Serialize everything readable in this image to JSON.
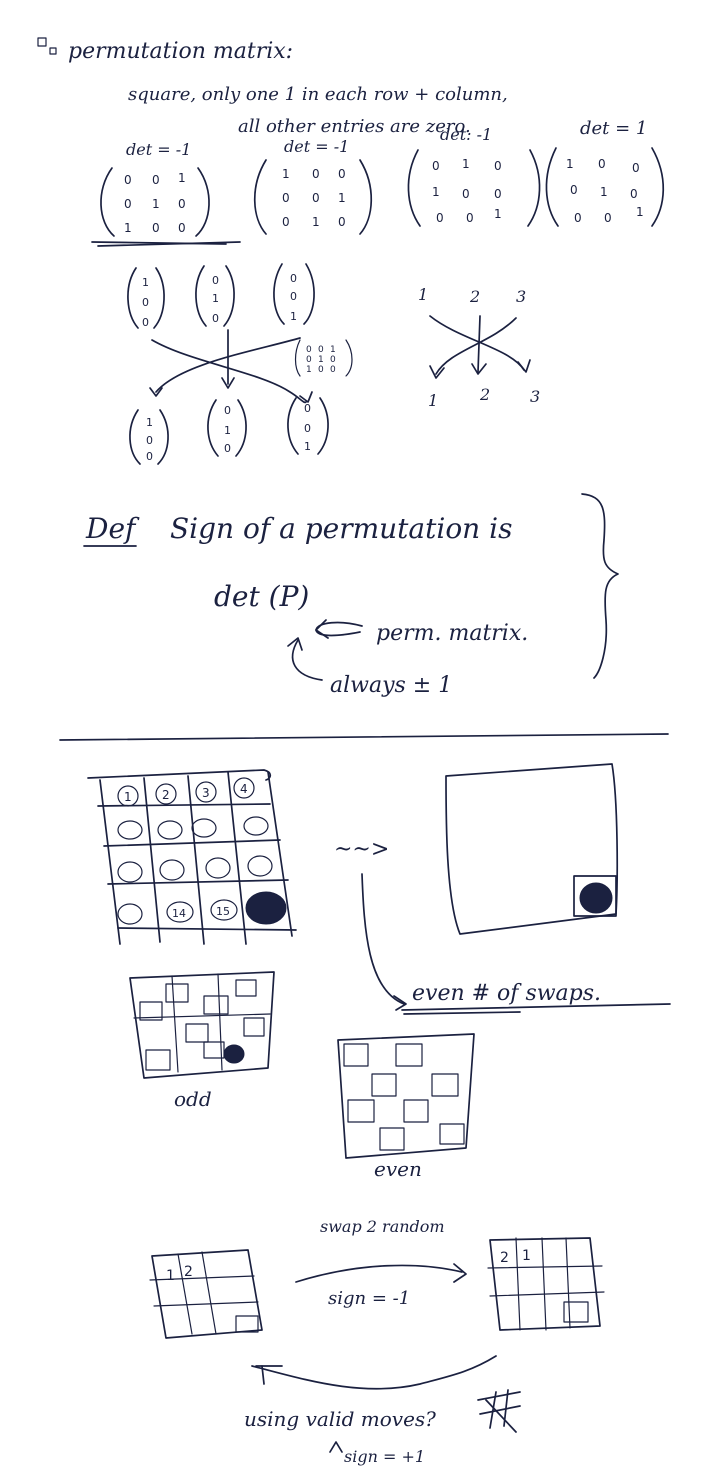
{
  "notes": {
    "heading": "permutation matrix:",
    "definition_line1": "square,  only one 1 in each row + column,",
    "definition_line2": "all other entries are zero.",
    "det_labels": [
      "det = -1",
      "det = -1",
      "det: -1",
      "det = 1"
    ],
    "matrices": [
      [
        [
          "0",
          "0",
          "1"
        ],
        [
          "0",
          "1",
          "0"
        ],
        [
          "1",
          "0",
          "0"
        ]
      ],
      [
        [
          "1",
          "0",
          "0"
        ],
        [
          "0",
          "0",
          "1"
        ],
        [
          "0",
          "1",
          "0"
        ]
      ],
      [
        [
          "0",
          "1",
          "0"
        ],
        [
          "1",
          "0",
          "0"
        ],
        [
          "0",
          "0",
          "1"
        ]
      ],
      [
        [
          "1",
          "0",
          "0"
        ],
        [
          "0",
          "1",
          "0"
        ],
        [
          "0",
          "0",
          "1"
        ]
      ]
    ],
    "column_vectors_top": [
      [
        "1",
        "0",
        "0"
      ],
      [
        "0",
        "1",
        "0"
      ],
      [
        "0",
        "0",
        "1"
      ]
    ],
    "column_vectors_bottom": [
      [
        "1",
        "0",
        "0"
      ],
      [
        "0",
        "1",
        "0"
      ],
      [
        "0",
        "0",
        "1"
      ]
    ],
    "small_matrix": [
      [
        "0",
        "0",
        "1"
      ],
      [
        "0",
        "1",
        "0"
      ],
      [
        "1",
        "0",
        "0"
      ]
    ],
    "swap_top_numbers": [
      "1",
      "2",
      "3"
    ],
    "swap_bottom_numbers": [
      "1",
      "2",
      "3"
    ],
    "definition_heading": "Def",
    "definition_text": "Sign of a permutation is",
    "det_expr": "det (P)",
    "perm_matrix_note": "perm. matrix.",
    "always_note": "always ± 1",
    "grid15": [
      [
        "1",
        "2",
        "3",
        "4"
      ],
      [
        "",
        "",
        "",
        ""
      ],
      [
        "",
        "",
        "",
        ""
      ],
      [
        "",
        "14",
        "15",
        ""
      ]
    ],
    "arrow_word": "~~>",
    "even_swaps": "even # of swaps.",
    "odd_label": "odd",
    "even_label": "even",
    "swap_caption": "swap 2 random",
    "sign_minus": "sign = -1",
    "small_grid_left": [
      "1",
      "2"
    ],
    "small_grid_right": [
      "2",
      "1"
    ],
    "question": "using valid moves?",
    "sign_plus": "sign = +1"
  }
}
